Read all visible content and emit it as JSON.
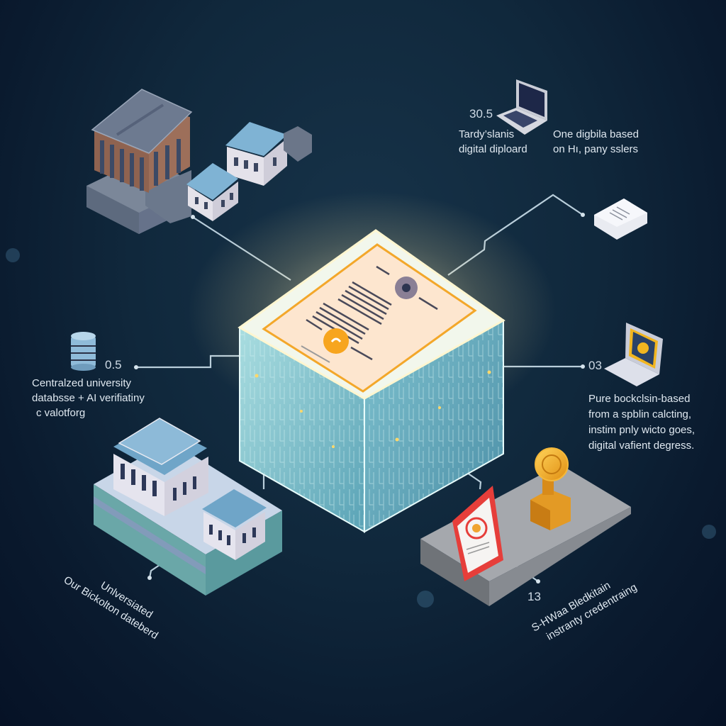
{
  "diagram": {
    "title": "",
    "background_color": "#10283c",
    "center_node": {
      "label": "blockchain-verified digital diploma block",
      "glow_color": "#ffe7a0",
      "document_color": "#fde6cf",
      "cube_color": "#8cc8d0"
    },
    "nodes": [
      {
        "id": "top-left-campus",
        "icon": "university-campus-icon",
        "number": "",
        "lines": []
      },
      {
        "id": "top-right-laptop",
        "icon": "laptop-icon",
        "number": "30.5",
        "lines_left": [
          "Tardy’slanis",
          "digital diploard"
        ],
        "lines_right": [
          "One digbila based",
          "on Hı, pany sslers"
        ]
      },
      {
        "id": "right-document",
        "icon": "document-card-icon",
        "number": "",
        "lines": []
      },
      {
        "id": "left-database",
        "icon": "database-icon",
        "number": "0.5",
        "lines": [
          "Centralzed university",
          "databsse + AI verifiatiny",
          "c valotforg"
        ]
      },
      {
        "id": "right-laptop",
        "icon": "laptop-certificate-icon",
        "number": "03",
        "lines": [
          "Pure bockclsin-based",
          "from a spblin calcting,",
          "instim pnly wicto goes,",
          "digital vafient degress."
        ]
      },
      {
        "id": "bottom-left-campus",
        "icon": "university-campus-icon",
        "number": "",
        "lines": [
          "Unlversiated",
          "Our Bickolton dateberd"
        ]
      },
      {
        "id": "bottom-right-award",
        "icon": "trophy-tablet-icon",
        "number": "13",
        "lines": [
          "S-HWaa Bledkitain",
          "instranty credentraing"
        ]
      }
    ],
    "colors": {
      "connector": "#b9cedb",
      "gold": "#f2a81d",
      "red": "#e23b3b",
      "roof_blue": "#79afd0",
      "building_wall": "#e6e6ee",
      "platform_gray": "#a6a9ae"
    }
  }
}
